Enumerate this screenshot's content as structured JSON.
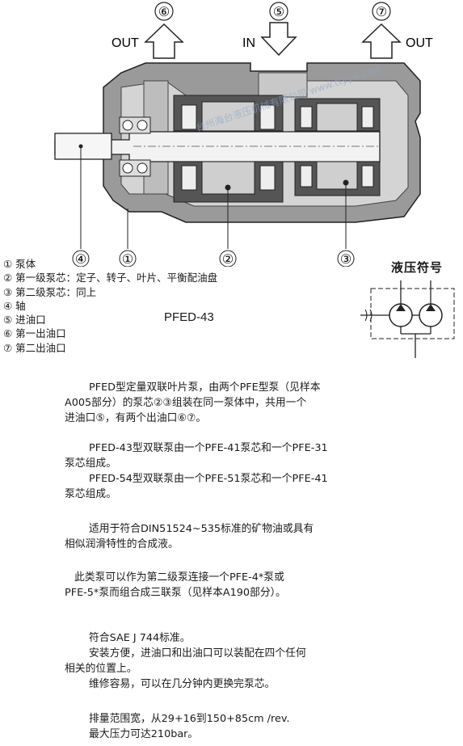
{
  "drawing": {
    "ports": [
      {
        "num": "⑥",
        "label": "OUT"
      },
      {
        "num": "⑤",
        "label": "IN"
      },
      {
        "num": "⑦",
        "label": "OUT"
      }
    ],
    "callouts": [
      "④",
      "①",
      "②",
      "③"
    ],
    "watermark": "台州海台液压机械有限公司 www.ttyyw.com"
  },
  "legend": [
    "① 泵体",
    "② 第一级泵芯：定子、转子、叶片、平衡配油盘",
    "③ 第二级泵芯：同上",
    "④ 轴",
    "⑤ 进油口",
    "⑥ 第一出油口",
    "⑦ 第二出油口"
  ],
  "model": "PFED-43",
  "symbol_title": "液压符号",
  "paragraphs": [
    [
      "PFED型定量双联叶片泵，由两个PFE型泵（见样本",
      "A005部分）的泵芯②③组装在同一泵体中，共用一个",
      "进油口⑤，有两个出油口⑥⑦。"
    ],
    [
      "PFED-43型双联泵由一个PFE-41泵芯和一个PFE-31",
      "泵芯组成。",
      "PFED-54型双联泵由一个PFE-51泵芯和一个PFE-41",
      "泵芯组成。"
    ],
    [
      "适用于符合DIN51524~535标准的矿物油或具有",
      "相似润滑特性的合成液。"
    ],
    [
      "此类泵可以作为第二级泵连接一个PFE-4*泵或",
      "PFE-5*泵而组合成三联泵（见样本A190部分）。"
    ],
    [
      "符合SAE J 744标准。",
      "安装方便，进油口和出油口可以装配在四个任何",
      "相关的位置上。",
      "维修容易，可以在几分钟内更换完泵芯。"
    ],
    [
      "排量范围宽，从29+16到150+85cm /rev.",
      "最大压力可达210bar。"
    ]
  ]
}
